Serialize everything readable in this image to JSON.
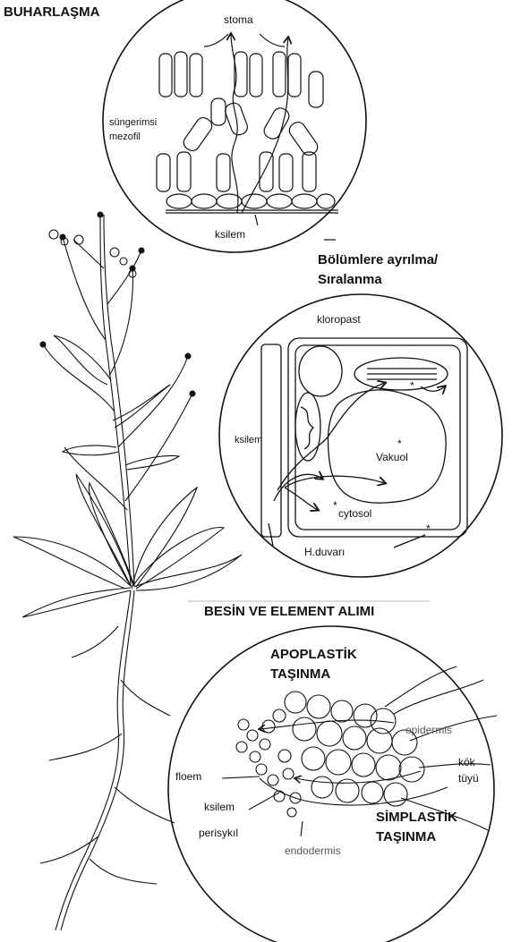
{
  "titles": {
    "transpiration": "BUHARLAŞMA",
    "compartments_line1": "Bölümlere ayrılma/",
    "compartments_line2": "Sıralanma",
    "nutrient_uptake": "BESİN VE ELEMENT ALIMI",
    "apoplastic_line1": "APOPLASTİK",
    "apoplastic_line2": "TAŞINMA",
    "symplastic_line1": "SİMPLASTİK",
    "symplastic_line2": "TAŞINMA"
  },
  "leaf_inset": {
    "stoma": "stoma",
    "mesophyll_line1": "süngerimsi",
    "mesophyll_line2": "mezofil",
    "xylem": "ksilem"
  },
  "cell_inset": {
    "chloroplast": "kloropast",
    "xylem": "ksilem",
    "vacuole": "Vakuol",
    "cytosol": "cytosol",
    "cell_wall": "H.duvarı",
    "asterisk": "*"
  },
  "root_inset": {
    "epidermis": "epidermis",
    "root_hair_line1": "kök",
    "root_hair_line2": "tüyü",
    "phloem": "floem",
    "xylem": "ksilem",
    "pericycle": "perisykıl",
    "endodermis": "endodermis"
  },
  "colors": {
    "ink": "#111111",
    "paper": "#ffffff",
    "faint": "#555555"
  }
}
